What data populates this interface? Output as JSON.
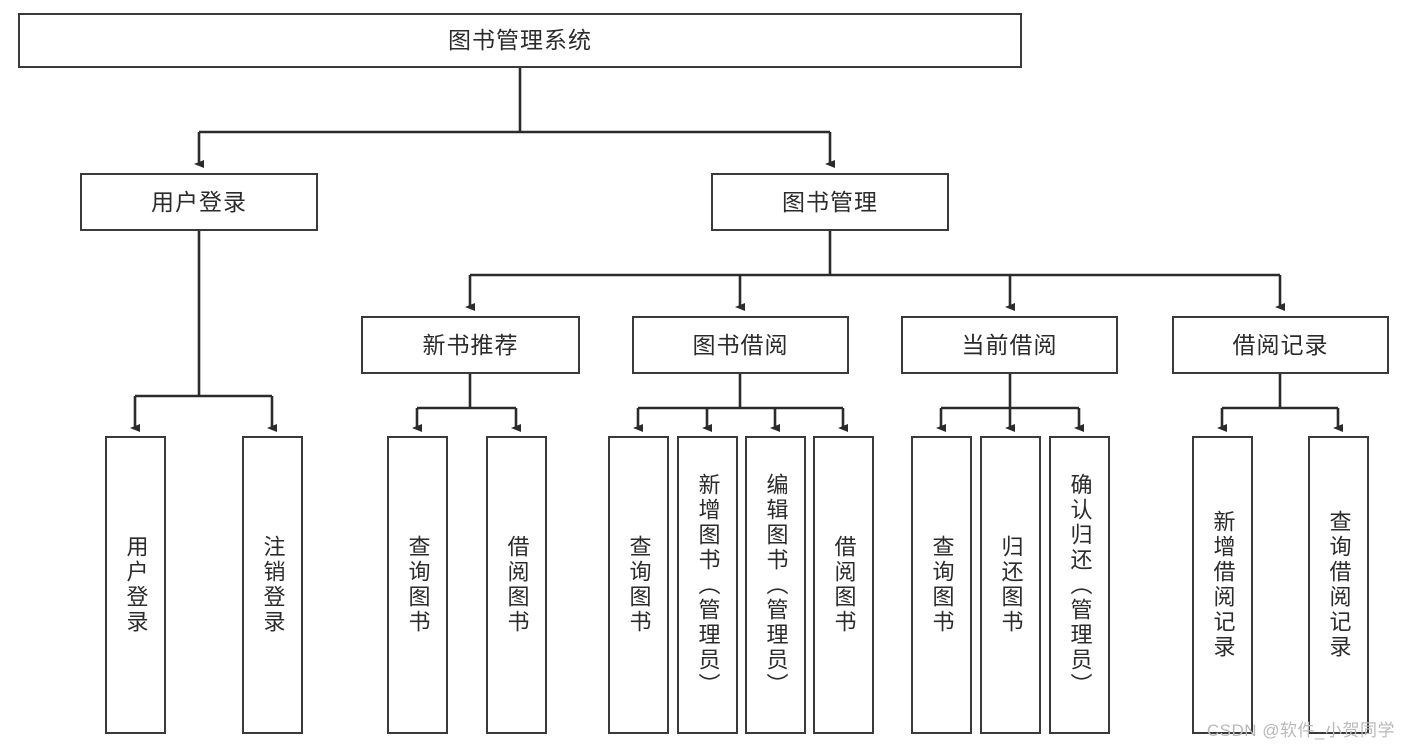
{
  "diagram": {
    "title": "图书管理系统",
    "type": "function-tree",
    "colors": {
      "border": "#3a3a3a",
      "text": "#2b2b2b",
      "background": "#ffffff",
      "edge": "#2b2b2b",
      "watermark": "#b9b9b9"
    },
    "root": {
      "label": "图书管理系统"
    },
    "level2": [
      {
        "label": "用户登录"
      },
      {
        "label": "图书管理"
      }
    ],
    "level3": [
      {
        "label": "新书推荐"
      },
      {
        "label": "图书借阅"
      },
      {
        "label": "当前借阅"
      },
      {
        "label": "借阅记录"
      }
    ],
    "leaves_user_login": [
      {
        "label": "用户登录"
      },
      {
        "label": "注销登录"
      }
    ],
    "leaves_new_book": [
      {
        "label": "查询图书"
      },
      {
        "label": "借阅图书"
      }
    ],
    "leaves_borrow": [
      {
        "label": "查询图书"
      },
      {
        "label": "新增图书（管理员）"
      },
      {
        "label": "编辑图书（管理员）"
      },
      {
        "label": "借阅图书"
      }
    ],
    "leaves_current": [
      {
        "label": "查询图书"
      },
      {
        "label": "归还图书"
      },
      {
        "label": "确认归还（管理员）"
      }
    ],
    "leaves_record": [
      {
        "label": "新增借阅记录"
      },
      {
        "label": "查询借阅记录"
      }
    ]
  },
  "watermark": {
    "text": "CSDN @软件_小贺同学"
  }
}
